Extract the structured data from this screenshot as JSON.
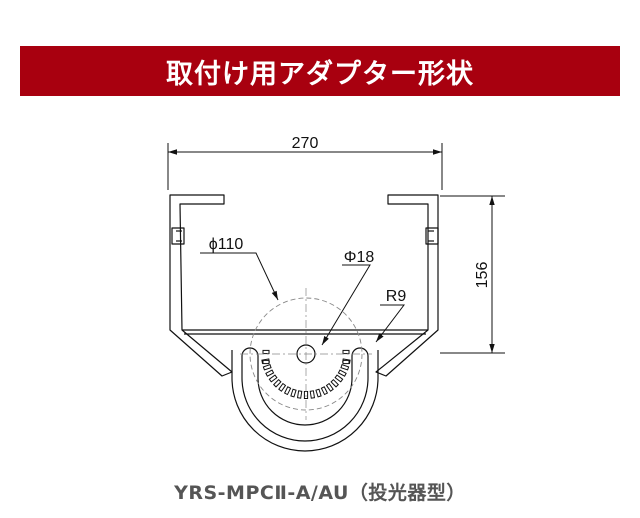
{
  "title": "取付け用アダプター形状",
  "dimensions": {
    "width": "270",
    "height": "156",
    "outer_diameter": "ϕ110",
    "hole_diameter": "Φ18",
    "radius": "R9"
  },
  "caption": "YRS-MPCⅡ-A/AU（投光器型）",
  "colors": {
    "banner": "#a8000f",
    "line": "#111111",
    "caption": "#555555"
  }
}
